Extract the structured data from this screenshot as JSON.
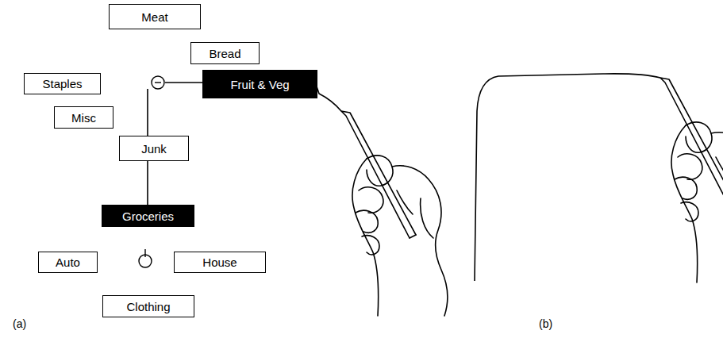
{
  "diagram": {
    "nodes": [
      {
        "text": [
          "Meat"
        ]
      },
      {
        "text": [
          "Bread"
        ]
      },
      {
        "text": [
          "Staples"
        ]
      },
      {
        "text": [
          "Fruit & Veg"
        ]
      },
      {
        "text": [
          "Misc"
        ]
      },
      {
        "text": [
          "Junk"
        ]
      },
      {
        "text": [
          "Groceries"
        ]
      },
      {
        "text": [
          "Auto"
        ]
      },
      {
        "text": [
          "House"
        ]
      },
      {
        "text": [
          "Clothing"
        ]
      }
    ],
    "labels": [
      "(a)",
      "(b)"
    ]
  }
}
